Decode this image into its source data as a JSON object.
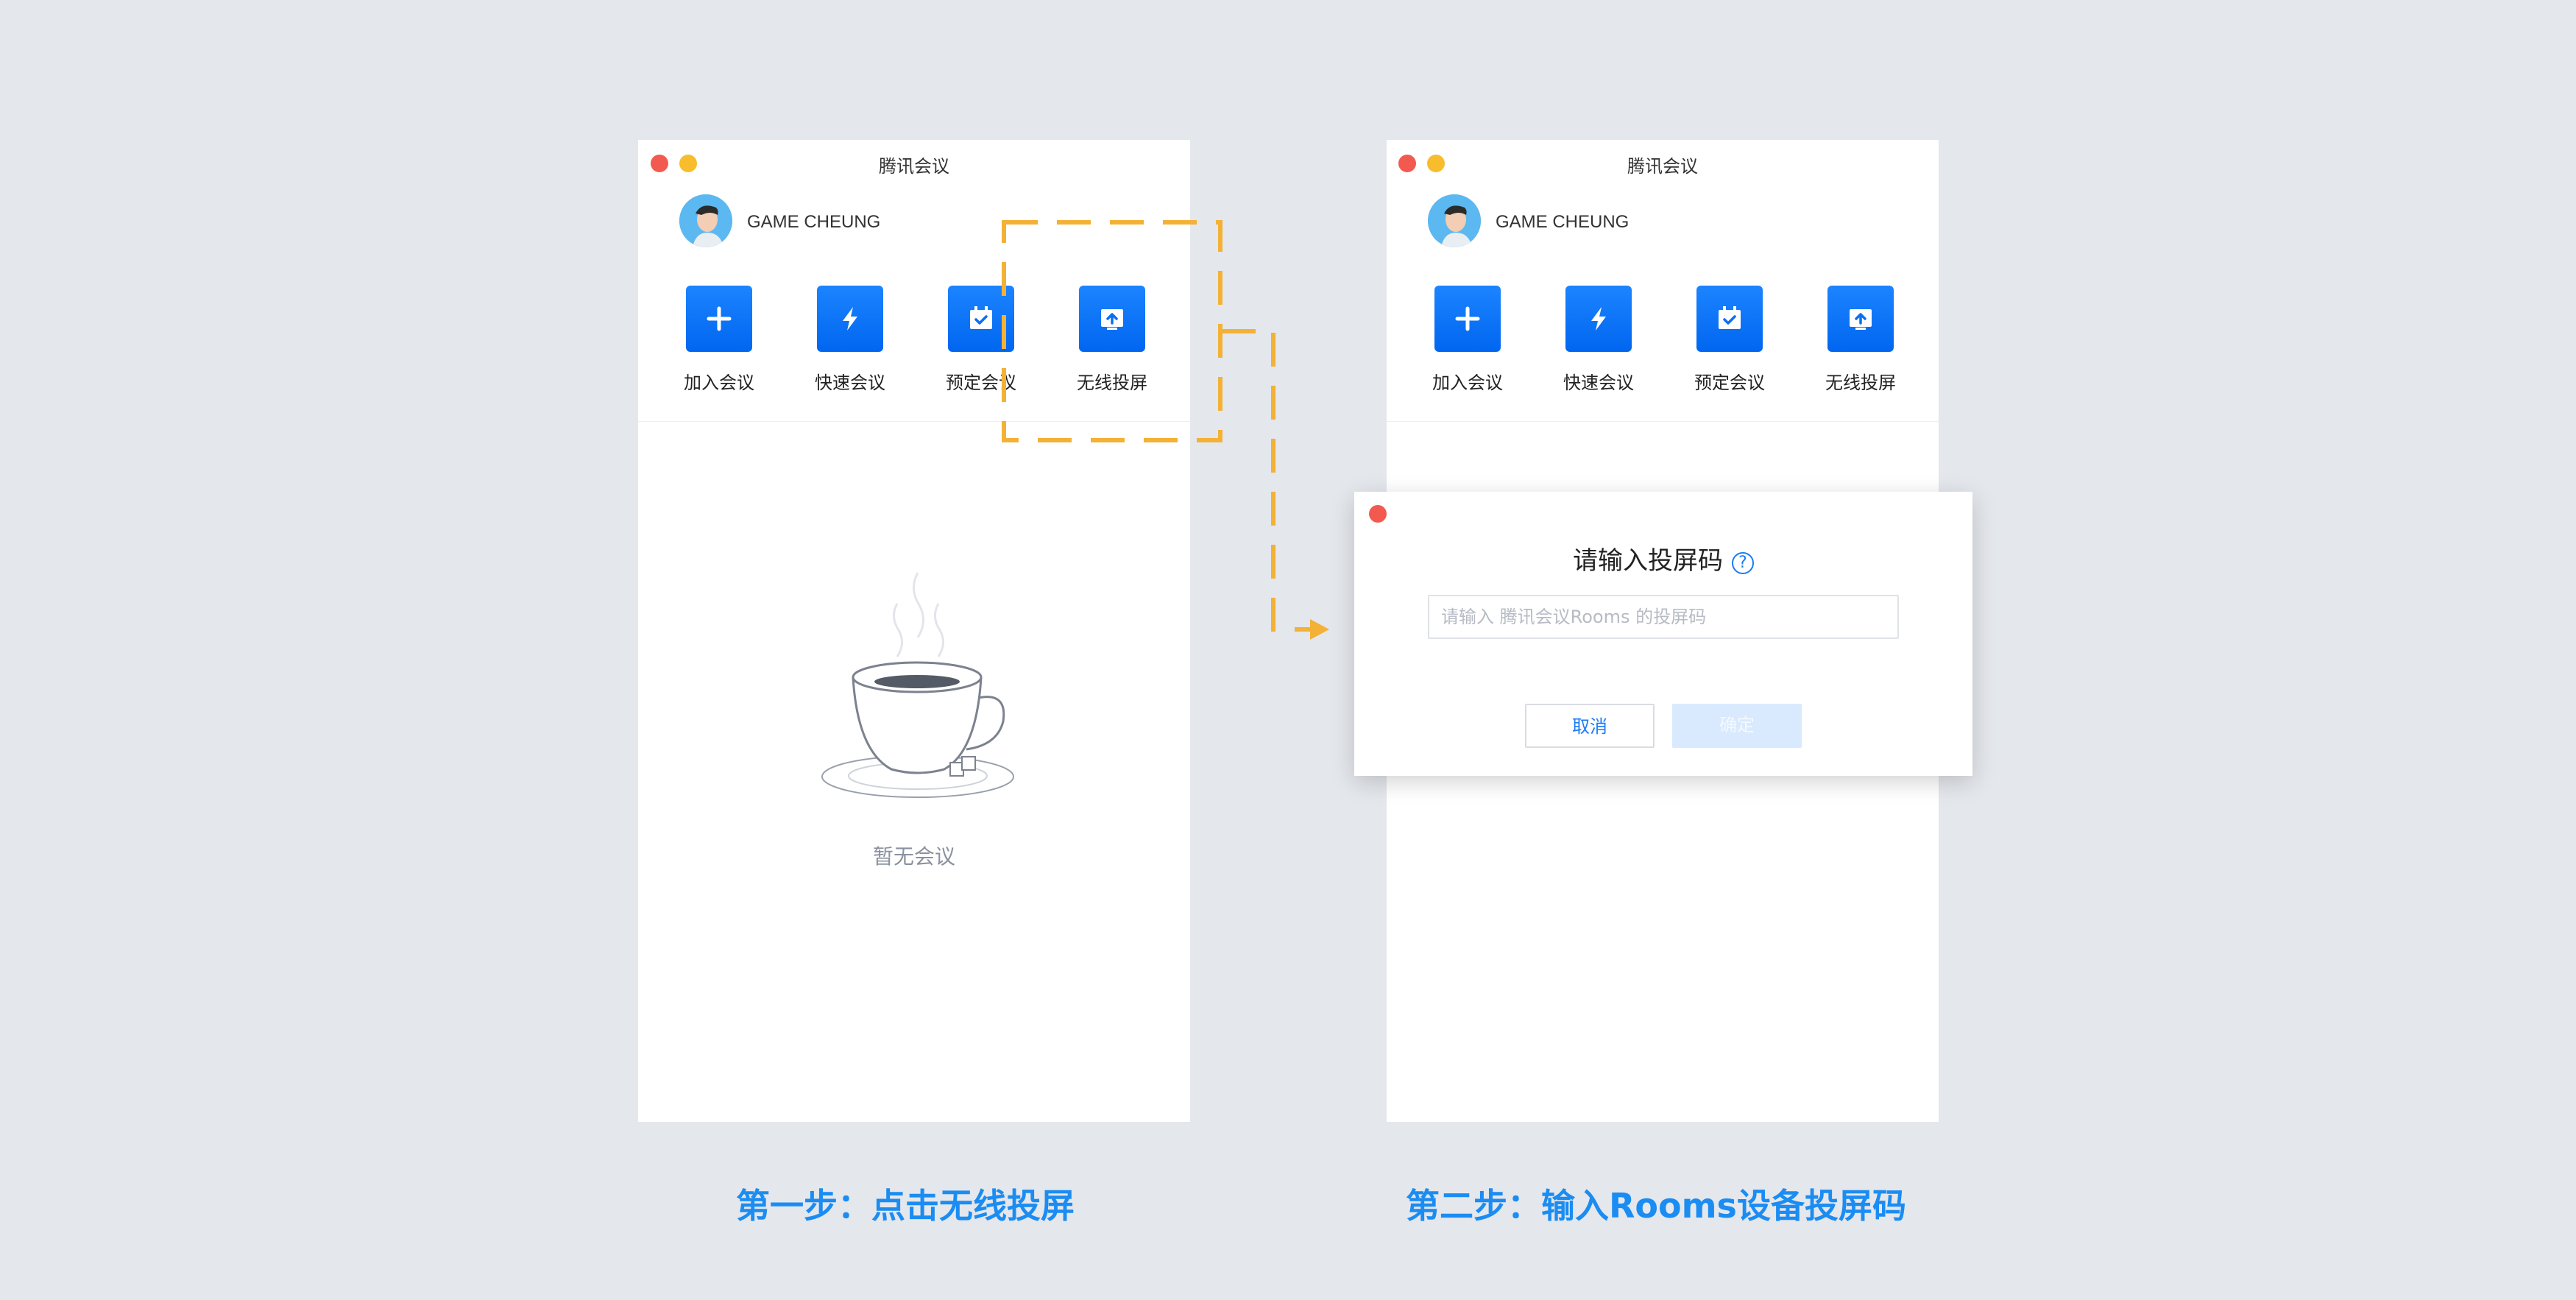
{
  "app_title": "腾讯会议",
  "user": {
    "name": "GAME CHEUNG"
  },
  "actions": [
    {
      "label": "加入会议",
      "icon": "plus-icon"
    },
    {
      "label": "快速会议",
      "icon": "lightning-icon"
    },
    {
      "label": "预定会议",
      "icon": "calendar-check-icon"
    },
    {
      "label": "无线投屏",
      "icon": "screen-share-icon"
    }
  ],
  "empty_state": {
    "text": "暂无会议",
    "icon": "coffee-cup-icon"
  },
  "dialog": {
    "title": "请输入投屏码",
    "input_placeholder": "请输入 腾讯会议Rooms 的投屏码",
    "cancel_label": "取消",
    "ok_label": "确定"
  },
  "captions": {
    "step1": "第一步：点击无线投屏",
    "step2": "第二步：输入Rooms设备投屏码"
  },
  "colors": {
    "accent": "#1b7bf5",
    "caption": "#1b8cf2",
    "highlight_dash": "#f3b135",
    "close": "#f25a4f",
    "minimize": "#f7bd2c"
  }
}
